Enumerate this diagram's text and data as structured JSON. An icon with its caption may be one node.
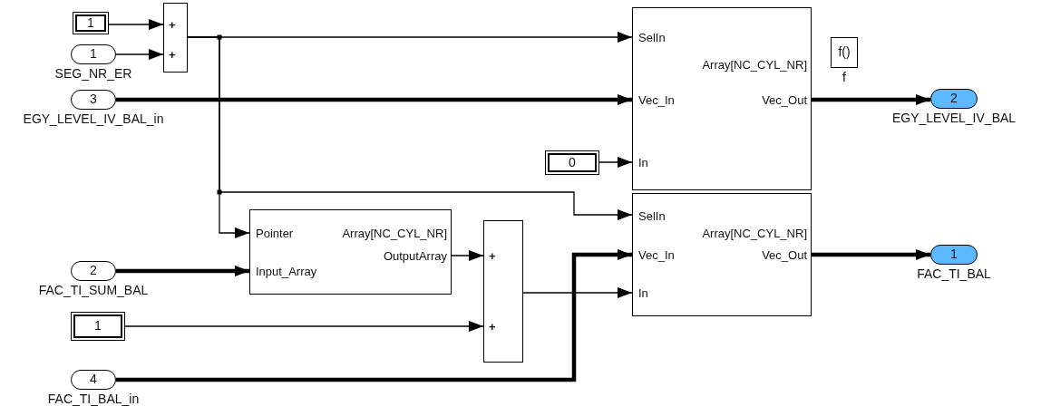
{
  "diagram": {
    "nodes": [
      {
        "text": [
          "1"
        ]
      },
      {
        "text": [
          "1"
        ],
        "beside": [
          "SEG_NR_ER"
        ]
      },
      {
        "text": [
          "3"
        ],
        "beside": [
          "EGY_LEVEL_IV_BAL_in"
        ]
      },
      {
        "text": [
          "+",
          "+"
        ]
      },
      {
        "text": [
          "SelIn",
          "Vec_In",
          "In",
          "Array[NC_CYL_NR]",
          "Vec_Out"
        ]
      },
      {
        "text": [
          "0"
        ]
      },
      {
        "text": [
          "f()"
        ],
        "beside": [
          "f"
        ]
      },
      {
        "text": [
          "2"
        ],
        "beside": [
          "EGY_LEVEL_IV_BAL"
        ]
      },
      {
        "text": [
          "Pointer",
          "Input_Array",
          "Array[NC_CYL_NR]",
          "OutputArray"
        ]
      },
      {
        "text": [
          "2"
        ],
        "beside": [
          "FAC_TI_SUM_BAL"
        ]
      },
      {
        "text": [
          "1"
        ]
      },
      {
        "text": [
          "4"
        ],
        "beside": [
          "FAC_TI_BAL_in"
        ]
      },
      {
        "text": [
          "+",
          "+"
        ]
      },
      {
        "text": [
          "SelIn",
          "Vec_In",
          "In",
          "Array[NC_CYL_NR]",
          "Vec_Out"
        ]
      },
      {
        "text": [
          "1"
        ],
        "beside": [
          "FAC_TI_BAL"
        ]
      }
    ],
    "edges": [
      {
        "from": 0,
        "to": 3,
        "arrow": "to"
      },
      {
        "from": 1,
        "to": 3,
        "arrow": "to"
      },
      {
        "from": 3,
        "to": 4,
        "arrow": "to"
      },
      {
        "from": 3,
        "to": 8,
        "arrow": "to"
      },
      {
        "from": 3,
        "to": 13,
        "arrow": "to"
      },
      {
        "from": 2,
        "to": 4,
        "arrow": "to",
        "style": "thick"
      },
      {
        "from": 5,
        "to": 4,
        "arrow": "to"
      },
      {
        "from": 4,
        "to": 7,
        "arrow": "to",
        "style": "thick"
      },
      {
        "from": 9,
        "to": 8,
        "arrow": "to",
        "style": "thick"
      },
      {
        "from": 8,
        "to": 12,
        "arrow": "to"
      },
      {
        "from": 10,
        "to": 12,
        "arrow": "to"
      },
      {
        "from": 12,
        "to": 13,
        "arrow": "to"
      },
      {
        "from": 11,
        "to": 13,
        "arrow": "to",
        "style": "thick"
      },
      {
        "from": 13,
        "to": 14,
        "arrow": "to",
        "style": "thick"
      }
    ]
  }
}
